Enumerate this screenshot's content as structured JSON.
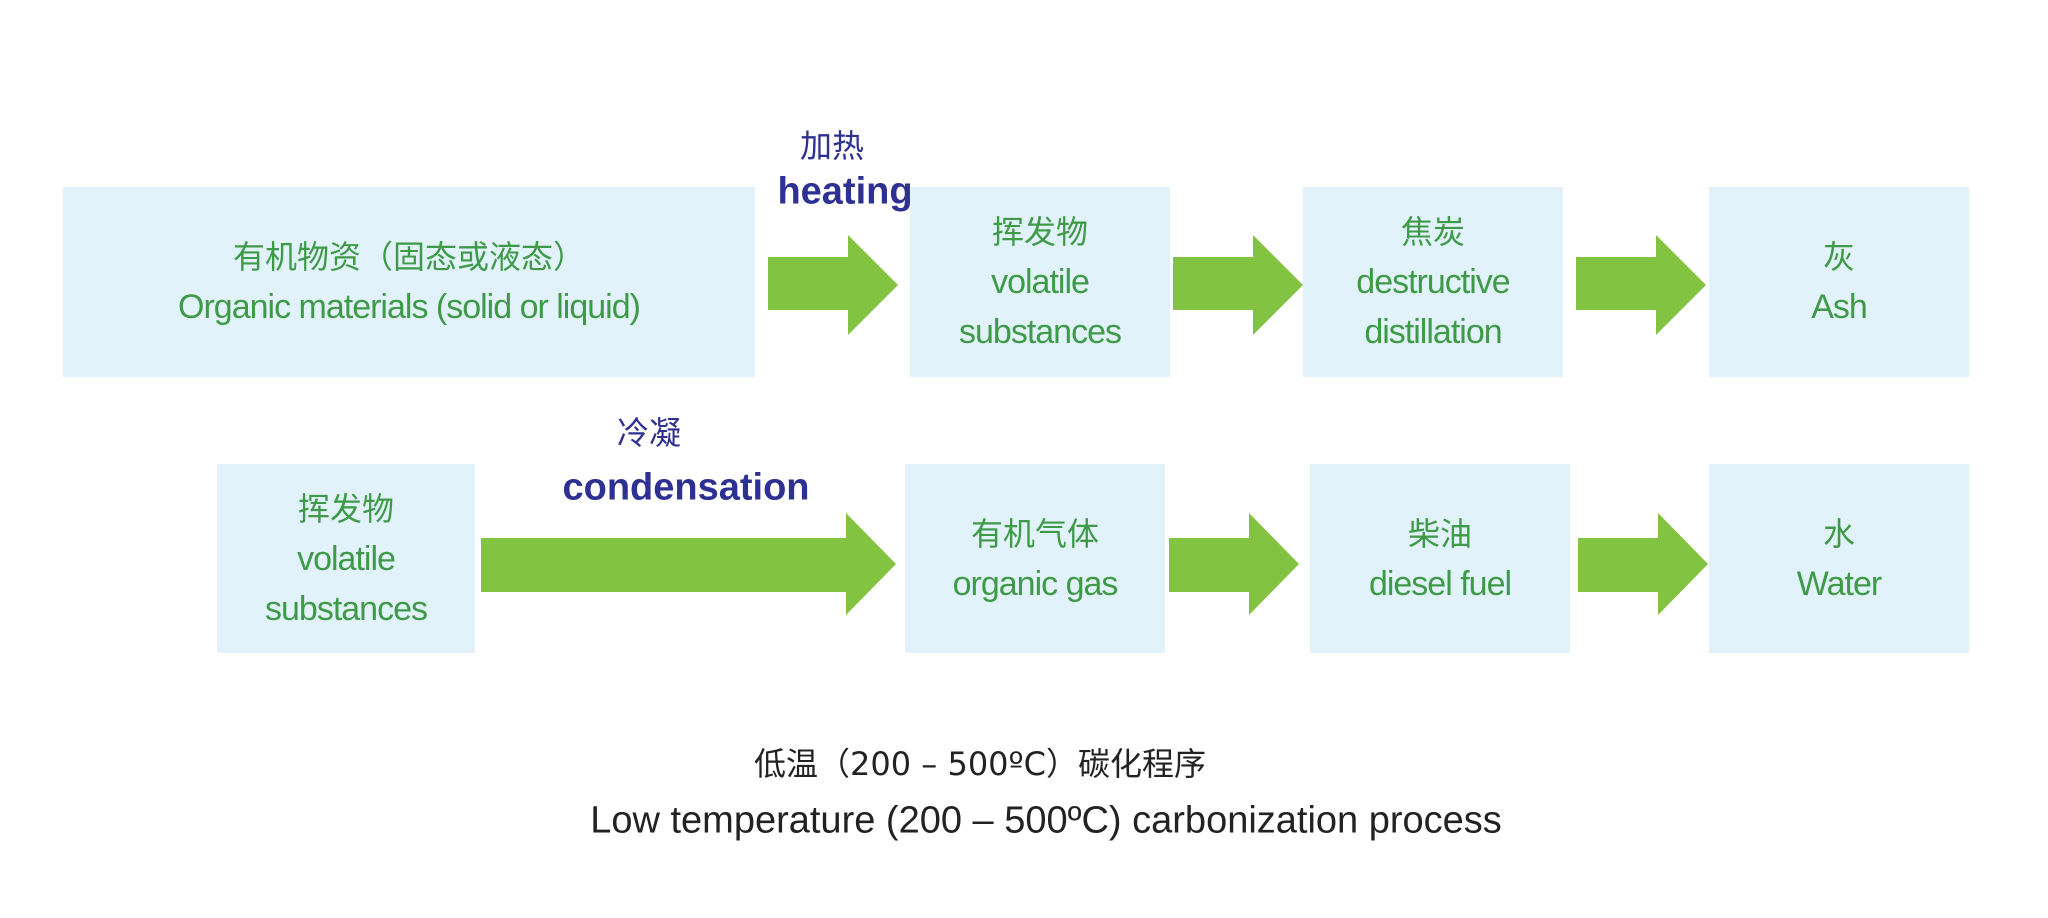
{
  "colors": {
    "box": "#e1f2fb",
    "text_green": "#3f9a48",
    "arrow": "#82c341",
    "label_blue": "#2e3192"
  },
  "row1": {
    "boxes": [
      {
        "zh": "有机物资（固态或液态）",
        "en": [
          "Organic materials (solid or liquid)"
        ]
      },
      {
        "zh": "挥发物",
        "en": [
          "volatile",
          "substances"
        ]
      },
      {
        "zh": "焦炭",
        "en": [
          "destructive",
          "distillation"
        ]
      },
      {
        "zh": "灰",
        "en": [
          "Ash"
        ]
      }
    ],
    "arrow_label": {
      "zh": "加热",
      "en": "heating"
    }
  },
  "row2": {
    "boxes": [
      {
        "zh": "挥发物",
        "en": [
          "volatile",
          "substances"
        ]
      },
      {
        "zh": "有机气体",
        "en": [
          "organic gas"
        ]
      },
      {
        "zh": "柴油",
        "en": [
          "diesel fuel"
        ]
      },
      {
        "zh": "水",
        "en": [
          "Water"
        ]
      }
    ],
    "arrow_label": {
      "zh": "冷凝",
      "en": "condensation"
    }
  },
  "caption": {
    "zh": "低温（200 – 500ºC）碳化程序",
    "en": "Low temperature (200 – 500ºC) carbonization process"
  }
}
